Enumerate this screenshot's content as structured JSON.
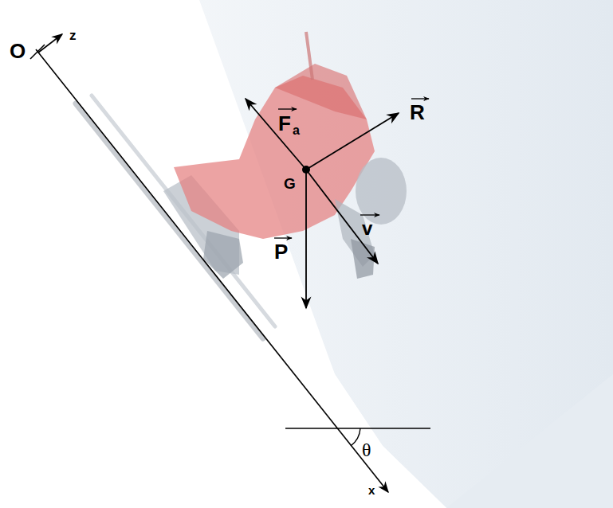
{
  "diagram": {
    "labels": [
      "O",
      "z",
      "F",
      "a",
      "R",
      "G",
      "v",
      "P",
      "x",
      "θ"
    ]
  }
}
